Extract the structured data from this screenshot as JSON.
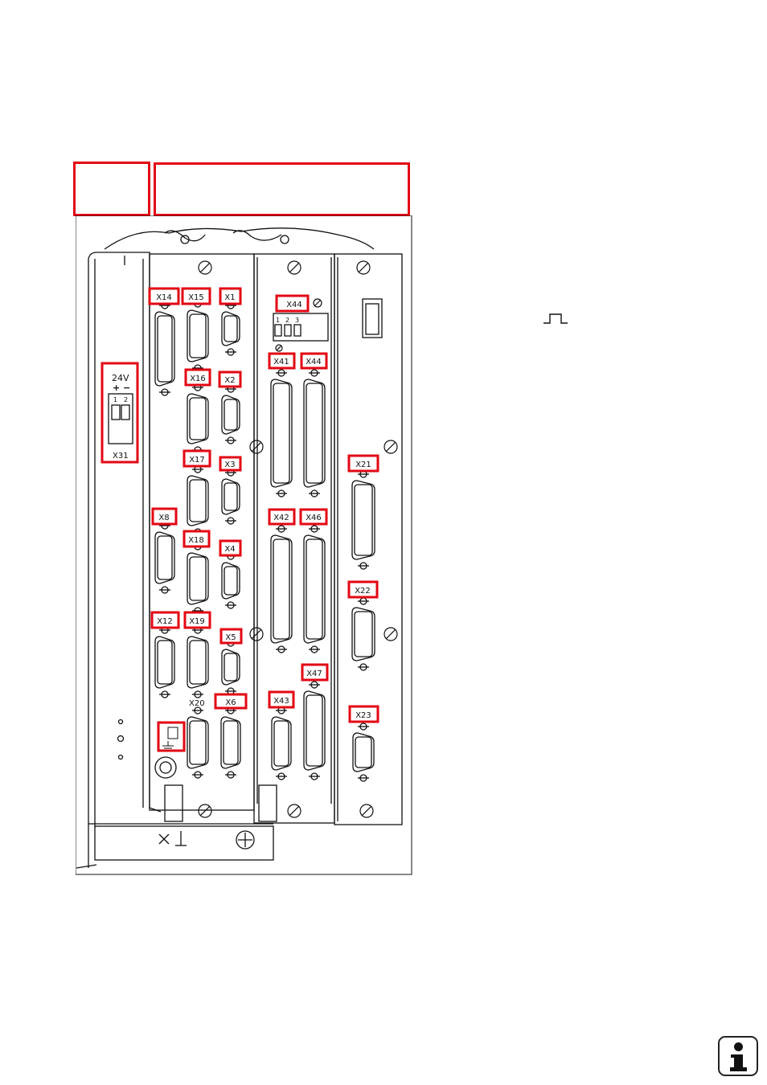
{
  "header_boxes": [
    {
      "label": ""
    },
    {
      "label": ""
    }
  ],
  "power_terminal": {
    "voltage": "24V",
    "polarity": "+ −",
    "pins": [
      "1",
      "2"
    ],
    "name": "X31"
  },
  "dip_switch_pins": [
    "1",
    "2",
    "3"
  ],
  "plain_label_x20": "X20",
  "connectors": [
    {
      "id": "c-x14",
      "label": "X14"
    },
    {
      "id": "c-x15",
      "label": "X15"
    },
    {
      "id": "c-x1",
      "label": "X1"
    },
    {
      "id": "c-x16",
      "label": "X16"
    },
    {
      "id": "c-x2",
      "label": "X2"
    },
    {
      "id": "c-x17",
      "label": "X17"
    },
    {
      "id": "c-x3",
      "label": "X3"
    },
    {
      "id": "c-x8",
      "label": "X8"
    },
    {
      "id": "c-x18",
      "label": "X18"
    },
    {
      "id": "c-x4",
      "label": "X4"
    },
    {
      "id": "c-x12",
      "label": "X12"
    },
    {
      "id": "c-x19",
      "label": "X19"
    },
    {
      "id": "c-x5",
      "label": "X5"
    },
    {
      "id": "c-x6",
      "label": "X6"
    },
    {
      "id": "c-x44a",
      "label": "X44"
    },
    {
      "id": "c-x41",
      "label": "X41"
    },
    {
      "id": "c-x44b",
      "label": "X44"
    },
    {
      "id": "c-x42",
      "label": "X42"
    },
    {
      "id": "c-x46",
      "label": "X46"
    },
    {
      "id": "c-x47",
      "label": "X47"
    },
    {
      "id": "c-x43",
      "label": "X43"
    },
    {
      "id": "c-x21",
      "label": "X21"
    },
    {
      "id": "c-x22",
      "label": "X22"
    },
    {
      "id": "c-x23",
      "label": "X23"
    }
  ],
  "icons": {
    "pulse": "square-pulse-icon",
    "info": "info-icon",
    "ground": "ground-icon"
  },
  "colors": {
    "highlight": "#e30613",
    "line": "#111111"
  }
}
